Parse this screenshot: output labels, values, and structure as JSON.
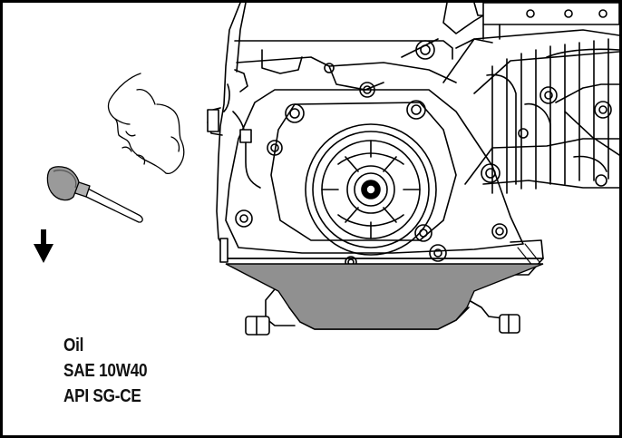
{
  "spec_label": {
    "line1": "Oil",
    "line2": "SAE 10W40",
    "line3": "API SG-CE"
  },
  "icons": {
    "face": "person-face-icon",
    "dipstick": "dipstick-icon",
    "arrow": "arrow-down-icon",
    "engine": "engine-icon"
  },
  "colors": {
    "oil_fill": "#909090",
    "line": "#000000"
  }
}
